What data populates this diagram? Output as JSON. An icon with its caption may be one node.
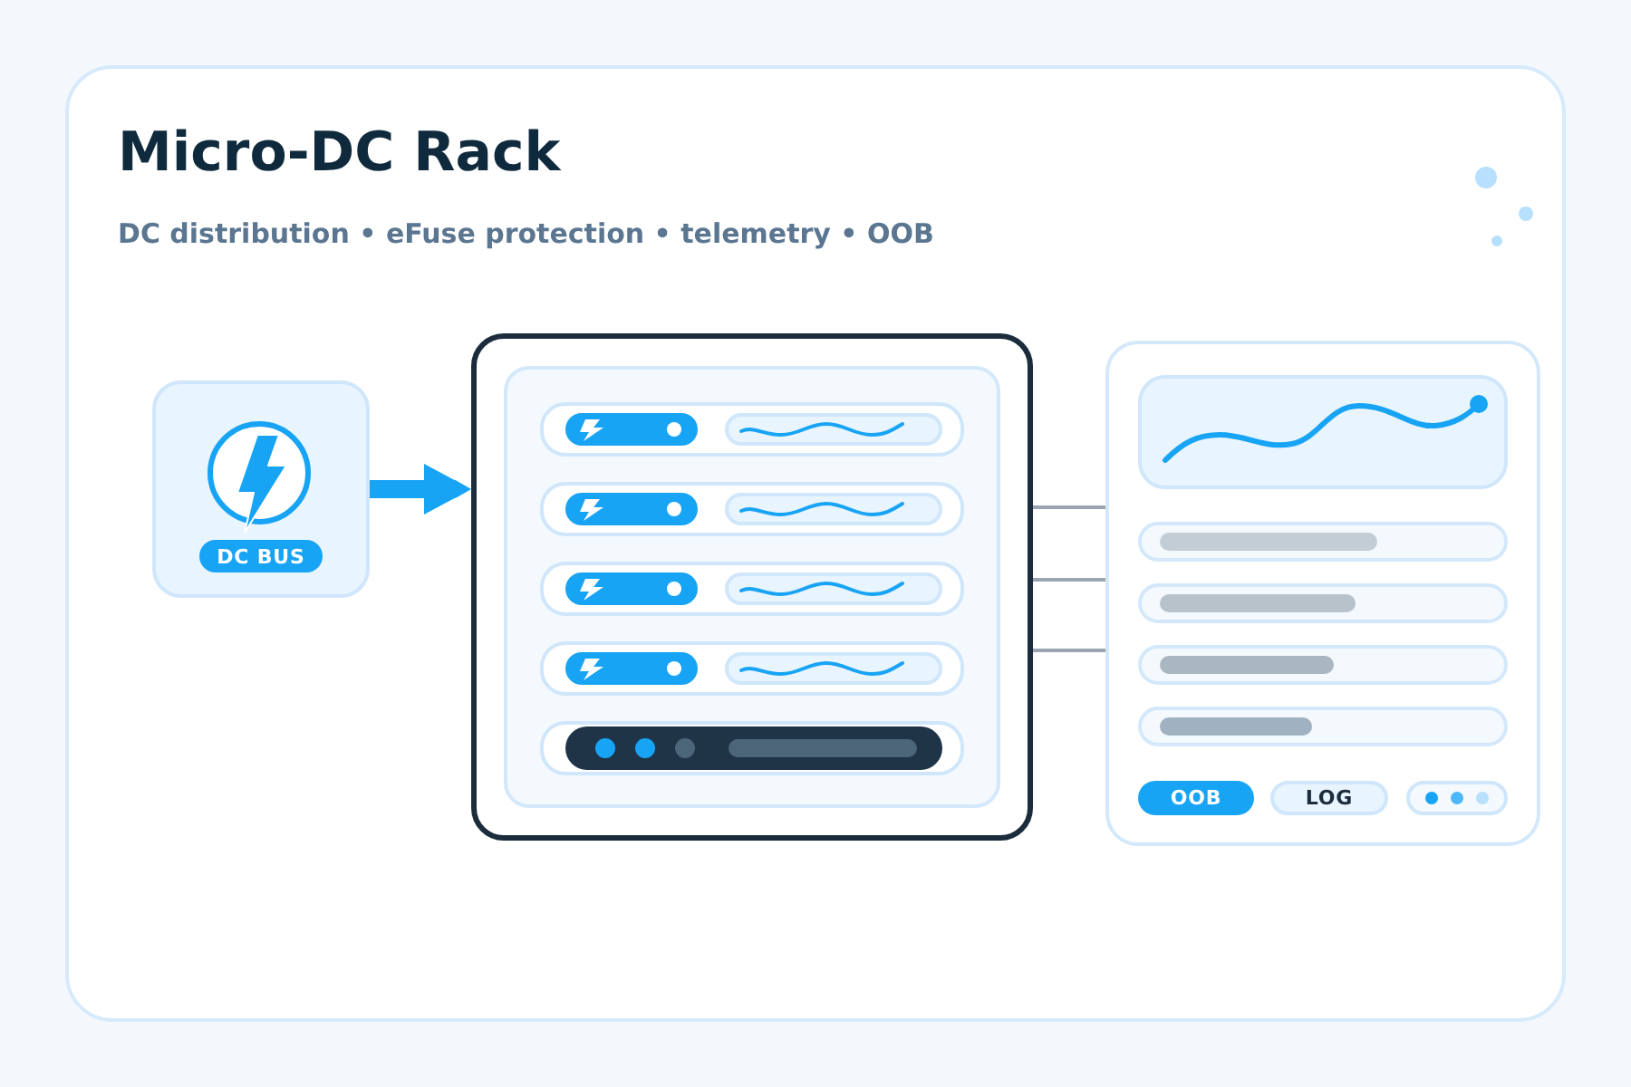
{
  "diagram": {
    "title": "Micro-DC Rack",
    "nodes": [
      {
        "text": [],
        "shape": "box"
      },
      {
        "text": [
          "DC BUS"
        ],
        "in": 0
      },
      {
        "text": [],
        "shape": "box"
      },
      {
        "text": [],
        "shape": "box"
      },
      {
        "text": [
          "OOB"
        ],
        "in": 3
      },
      {
        "text": [
          "LOG"
        ],
        "in": 3
      }
    ],
    "edges": [
      {
        "from": 0,
        "to": 2,
        "arrow": "to",
        "style": "thick",
        "color": "#18a4f5"
      },
      {
        "from": 2,
        "to": 3,
        "arrow": "none"
      },
      {
        "from": 2,
        "to": 3,
        "arrow": "none"
      },
      {
        "from": 2,
        "to": 3,
        "arrow": "none"
      }
    ],
    "labels": [
      "DC distribution • eFuse protection • telemetry • OOB"
    ]
  }
}
